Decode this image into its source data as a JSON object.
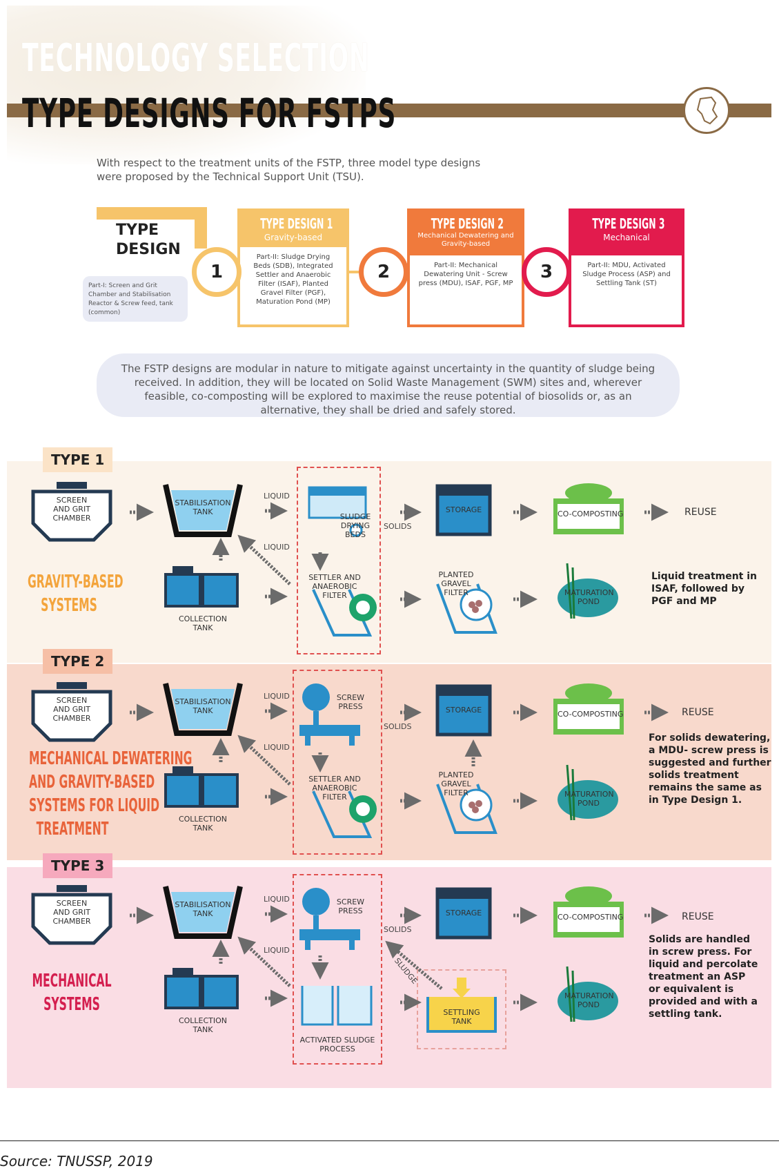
{
  "header": {
    "title_line1": "TECHNOLOGY SELECTION",
    "title_line2": "TYPE DESIGNS FOR FSTPS"
  },
  "intro": "With respect to the treatment units of the FSTP, three model type designs were proposed by the Technical Support Unit (TSU).",
  "type_design": {
    "label_line1": "TYPE",
    "label_line2": "DESIGN",
    "side_note": "Part-I: Screen and Grit Chamber and Stabilisation Reactor & Screw feed, tank (common)",
    "designs": [
      {
        "number": "1",
        "title": "TYPE DESIGN 1",
        "subtitle": "Gravity-based",
        "body": "Part-II: Sludge Drying Beds (SDB), Integrated Settler and Anaerobic Filter (ISAF), Planted Gravel Filter (PGF), Maturation Pond (MP)",
        "color": "#f6c46a"
      },
      {
        "number": "2",
        "title": "TYPE DESIGN 2",
        "subtitle": "Mechanical Dewatering and Gravity-based",
        "body": "Part-II: Mechanical Dewatering Unit - Screw press (MDU), ISAF, PGF, MP",
        "color": "#f07a3c"
      },
      {
        "number": "3",
        "title": "TYPE DESIGN 3",
        "subtitle": "Mechanical",
        "body": "Part-II: MDU, Activated Sludge Process (ASP) and Settling Tank (ST)",
        "color": "#e21b4d"
      }
    ]
  },
  "modular_note": "The FSTP designs are modular in nature to mitigate against uncertainty in the quantity of sludge being received. In addition, they will be located on Solid Waste Management (SWM) sites and, wherever feasible, co-composting will be explored to maximise the reuse potential of biosolids or, as an alternative, they shall be dried and safely stored.",
  "types": [
    {
      "tag": "TYPE 1",
      "system_lines": [
        "GRAVITY-BASED",
        "SYSTEMS"
      ],
      "system_color": "#f3a43c",
      "units": {
        "screen": "SCREEN AND GRIT CHAMBER",
        "stabilisation": "STABILISATION TANK",
        "collection": "COLLECTION TANK",
        "treat_top": "SLUDGE DRYING BEDS",
        "treat_bottom": "SETTLER AND ANAEROBIC FILTER",
        "storage": "STORAGE",
        "middle_bottom": "PLANTED GRAVEL FILTER",
        "co_composting": "CO-COMPOSTING",
        "pond": "MATURATION POND"
      },
      "flow_labels": {
        "liquid_top": "LIQUID",
        "liquid_mid": "LIQUID",
        "solids": "SOLIDS",
        "reuse": "REUSE"
      },
      "note": "Liquid treatment in ISAF, followed by PGF and MP"
    },
    {
      "tag": "TYPE 2",
      "system_lines": [
        "MECHANICAL DEWATERING",
        "AND GRAVITY-BASED",
        "SYSTEMS FOR LIQUID",
        "TREATMENT"
      ],
      "system_color": "#e8633a",
      "units": {
        "screen": "SCREEN AND GRIT CHAMBER",
        "stabilisation": "STABILISATION TANK",
        "collection": "COLLECTION TANK",
        "treat_top": "SCREW PRESS",
        "treat_bottom": "SETTLER AND ANAEROBIC FILTER",
        "storage": "STORAGE",
        "middle_bottom": "PLANTED GRAVEL FILTER",
        "co_composting": "CO-COMPOSTING",
        "pond": "MATURATION POND"
      },
      "flow_labels": {
        "liquid_top": "LIQUID",
        "liquid_mid": "LIQUID",
        "solids": "SOLIDS",
        "reuse": "REUSE"
      },
      "note": "For solids dewatering, a MDU- screw press is suggested and further solids treatment remains the same as in Type Design 1."
    },
    {
      "tag": "TYPE 3",
      "system_lines": [
        "MECHANICAL",
        "SYSTEMS"
      ],
      "system_color": "#d41f4f",
      "units": {
        "screen": "SCREEN AND GRIT CHAMBER",
        "stabilisation": "STABILISATION TANK",
        "collection": "COLLECTION TANK",
        "treat_top": "SCREW PRESS",
        "treat_bottom": "ACTIVATED SLUDGE PROCESS",
        "storage": "STORAGE",
        "middle_bottom": "SETTLING TANK",
        "co_composting": "CO-COMPOSTING",
        "pond": "MATURATION POND"
      },
      "flow_labels": {
        "liquid_top": "LIQUID",
        "liquid_mid": "LIQUID",
        "solids": "SOLIDS",
        "reuse": "REUSE",
        "sludge": "SLUDGE"
      },
      "note": "Solids are handled in screw press. For liquid and percolate treatment an ASP or equivalent is provided and with a settling tank."
    }
  ],
  "colors": {
    "accent_brown": "#8a6a45",
    "unit_blue": "#2a8fc9",
    "unit_dark": "#243a52",
    "green": "#6cc04a",
    "teal_pond": "#2a9aa0"
  },
  "source": "Source: TNUSSP, 2019"
}
